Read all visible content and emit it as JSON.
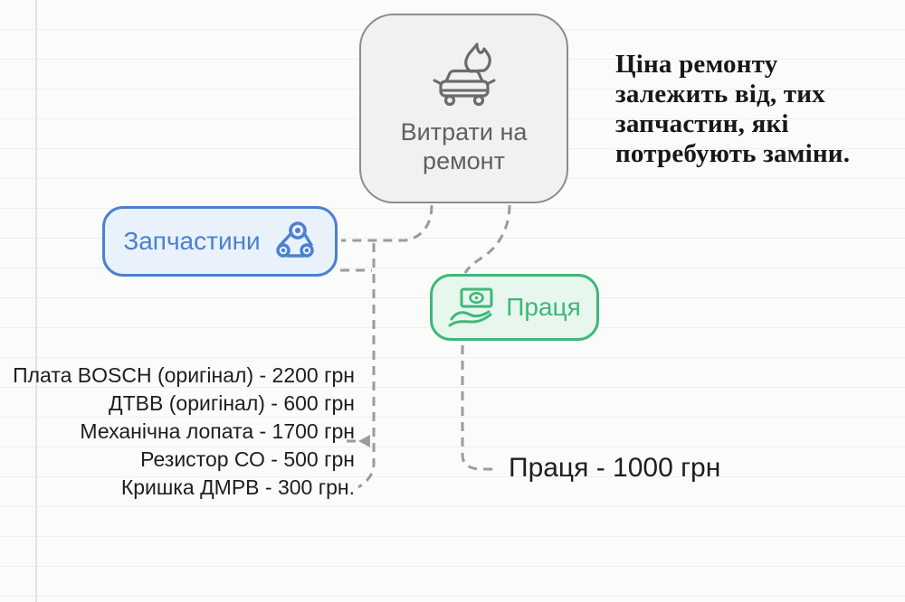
{
  "diagram": {
    "root": {
      "label_line1": "Витрати на",
      "label_line2": "ремонт",
      "icon": "burning-car-icon"
    },
    "parts": {
      "label": "Запчастини",
      "icon": "timing-belt-icon"
    },
    "labor": {
      "label": "Праця",
      "icon": "money-in-hand-icon"
    }
  },
  "note": {
    "lines": [
      "Ціна ремонту",
      "залежить від, тих",
      "запчастин, які",
      "потребують заміни."
    ]
  },
  "parts_list": [
    "Плата BOSCH (оригінал) - 2200 грн",
    "ДТВВ (оригінал) - 600 грн",
    "Механічна лопата - 1700 грн",
    "Резистор СО - 500 грн",
    "Кришка ДМРВ - 300 грн."
  ],
  "labor_price": "Праця - 1000 грн",
  "colors": {
    "paper": "#fbfbfa",
    "grid_line": "#efefee",
    "margin_line": "#e3e3e5",
    "root_fill": "#f1f1ef",
    "root_border": "#8c8c8c",
    "root_text": "#5d6166",
    "root_icon": "#6b6b6b",
    "parts_fill": "#e9f1fb",
    "parts_accent": "#4b80d1",
    "labor_fill": "#e7f7ee",
    "labor_accent": "#3eb878",
    "connector": "#9b9b9b",
    "ink": "#1e1e1e",
    "note_ink": "#171717"
  }
}
